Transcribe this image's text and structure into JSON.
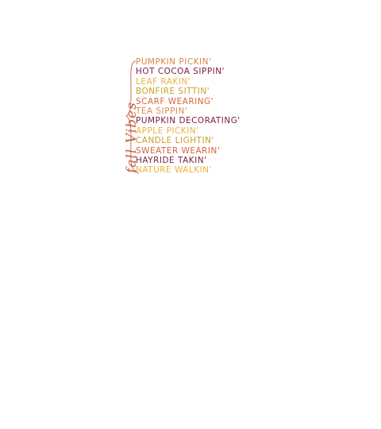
{
  "sidebar_label": {
    "text": "fall Vibes",
    "color": "#c46040"
  },
  "items": [
    {
      "label": "PUMPKIN PICKIN'",
      "color": "#e0844a"
    },
    {
      "label": "HOT COCOA SIPPIN'",
      "color": "#7a2040"
    },
    {
      "label": "LEAF RAKIN'",
      "color": "#e8b440"
    },
    {
      "label": "BONFIRE SITTIN'",
      "color": "#c9a028"
    },
    {
      "label": "SCARF WEARING'",
      "color": "#d2663a"
    },
    {
      "label": "TEA SIPPIN'",
      "color": "#e08a50"
    },
    {
      "label": "PUMPKIN DECORATING'",
      "color": "#7a2040"
    },
    {
      "label": "APPLE PICKIN'",
      "color": "#e8b440"
    },
    {
      "label": "CANDLE LIGHTIN'",
      "color": "#c9a028"
    },
    {
      "label": "SWEATER WEARIN'",
      "color": "#d2663a"
    },
    {
      "label": "HAYRIDE TAKIN'",
      "color": "#7a2040"
    },
    {
      "label": "NATURE WALKIN'",
      "color": "#e8b440"
    }
  ]
}
